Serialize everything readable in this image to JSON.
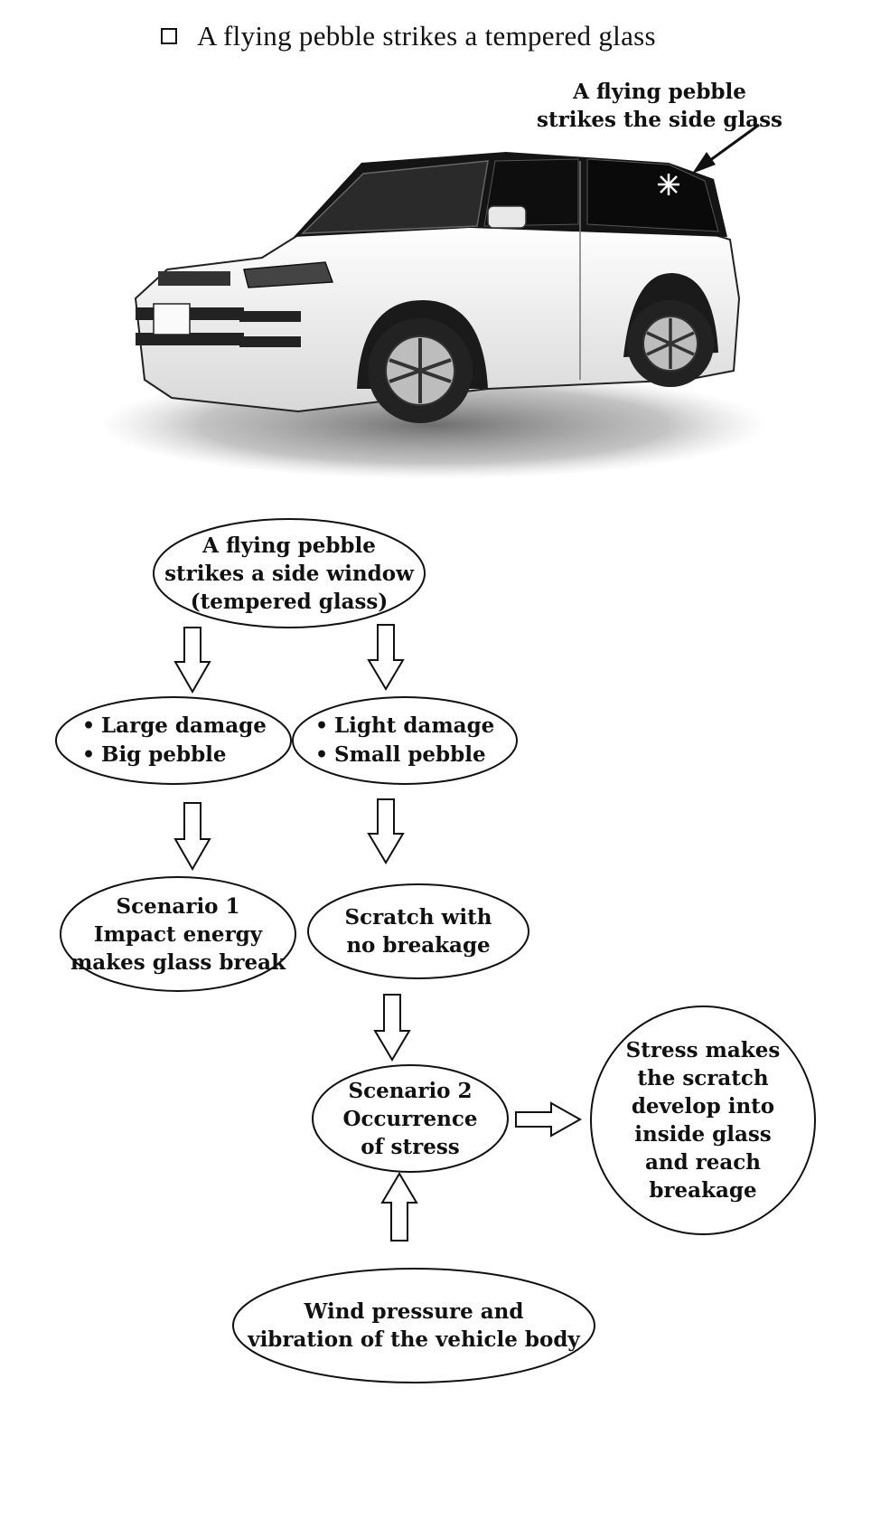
{
  "title": "A flying pebble strikes a tempered glass",
  "photo_callout": [
    "A flying pebble",
    "strikes the side glass"
  ],
  "nodes": {
    "start": [
      "A flying pebble",
      "strikes a side window",
      "(tempered glass)"
    ],
    "large_damage": [
      "Large damage",
      "Big pebble"
    ],
    "light_damage": [
      "Light damage",
      "Small pebble"
    ],
    "scenario1": [
      "Scenario 1",
      "Impact energy",
      "makes glass break"
    ],
    "scratch": [
      "Scratch with",
      "no breakage"
    ],
    "scenario2": [
      "Scenario 2",
      "Occurrence",
      "of stress"
    ],
    "stress_result": [
      "Stress makes",
      "the scratch",
      "develop into",
      "inside glass",
      "and reach",
      "breakage"
    ],
    "wind": [
      "Wind pressure and",
      "vibration of the vehicle body"
    ]
  },
  "icons": {
    "title_bullet": "checkbox-icon",
    "impact": "star-burst-icon",
    "vehicle": "suv-car-photo"
  },
  "colors": {
    "ink": "#111111",
    "car_body": "#f4f4f4",
    "glass": "#141414"
  }
}
